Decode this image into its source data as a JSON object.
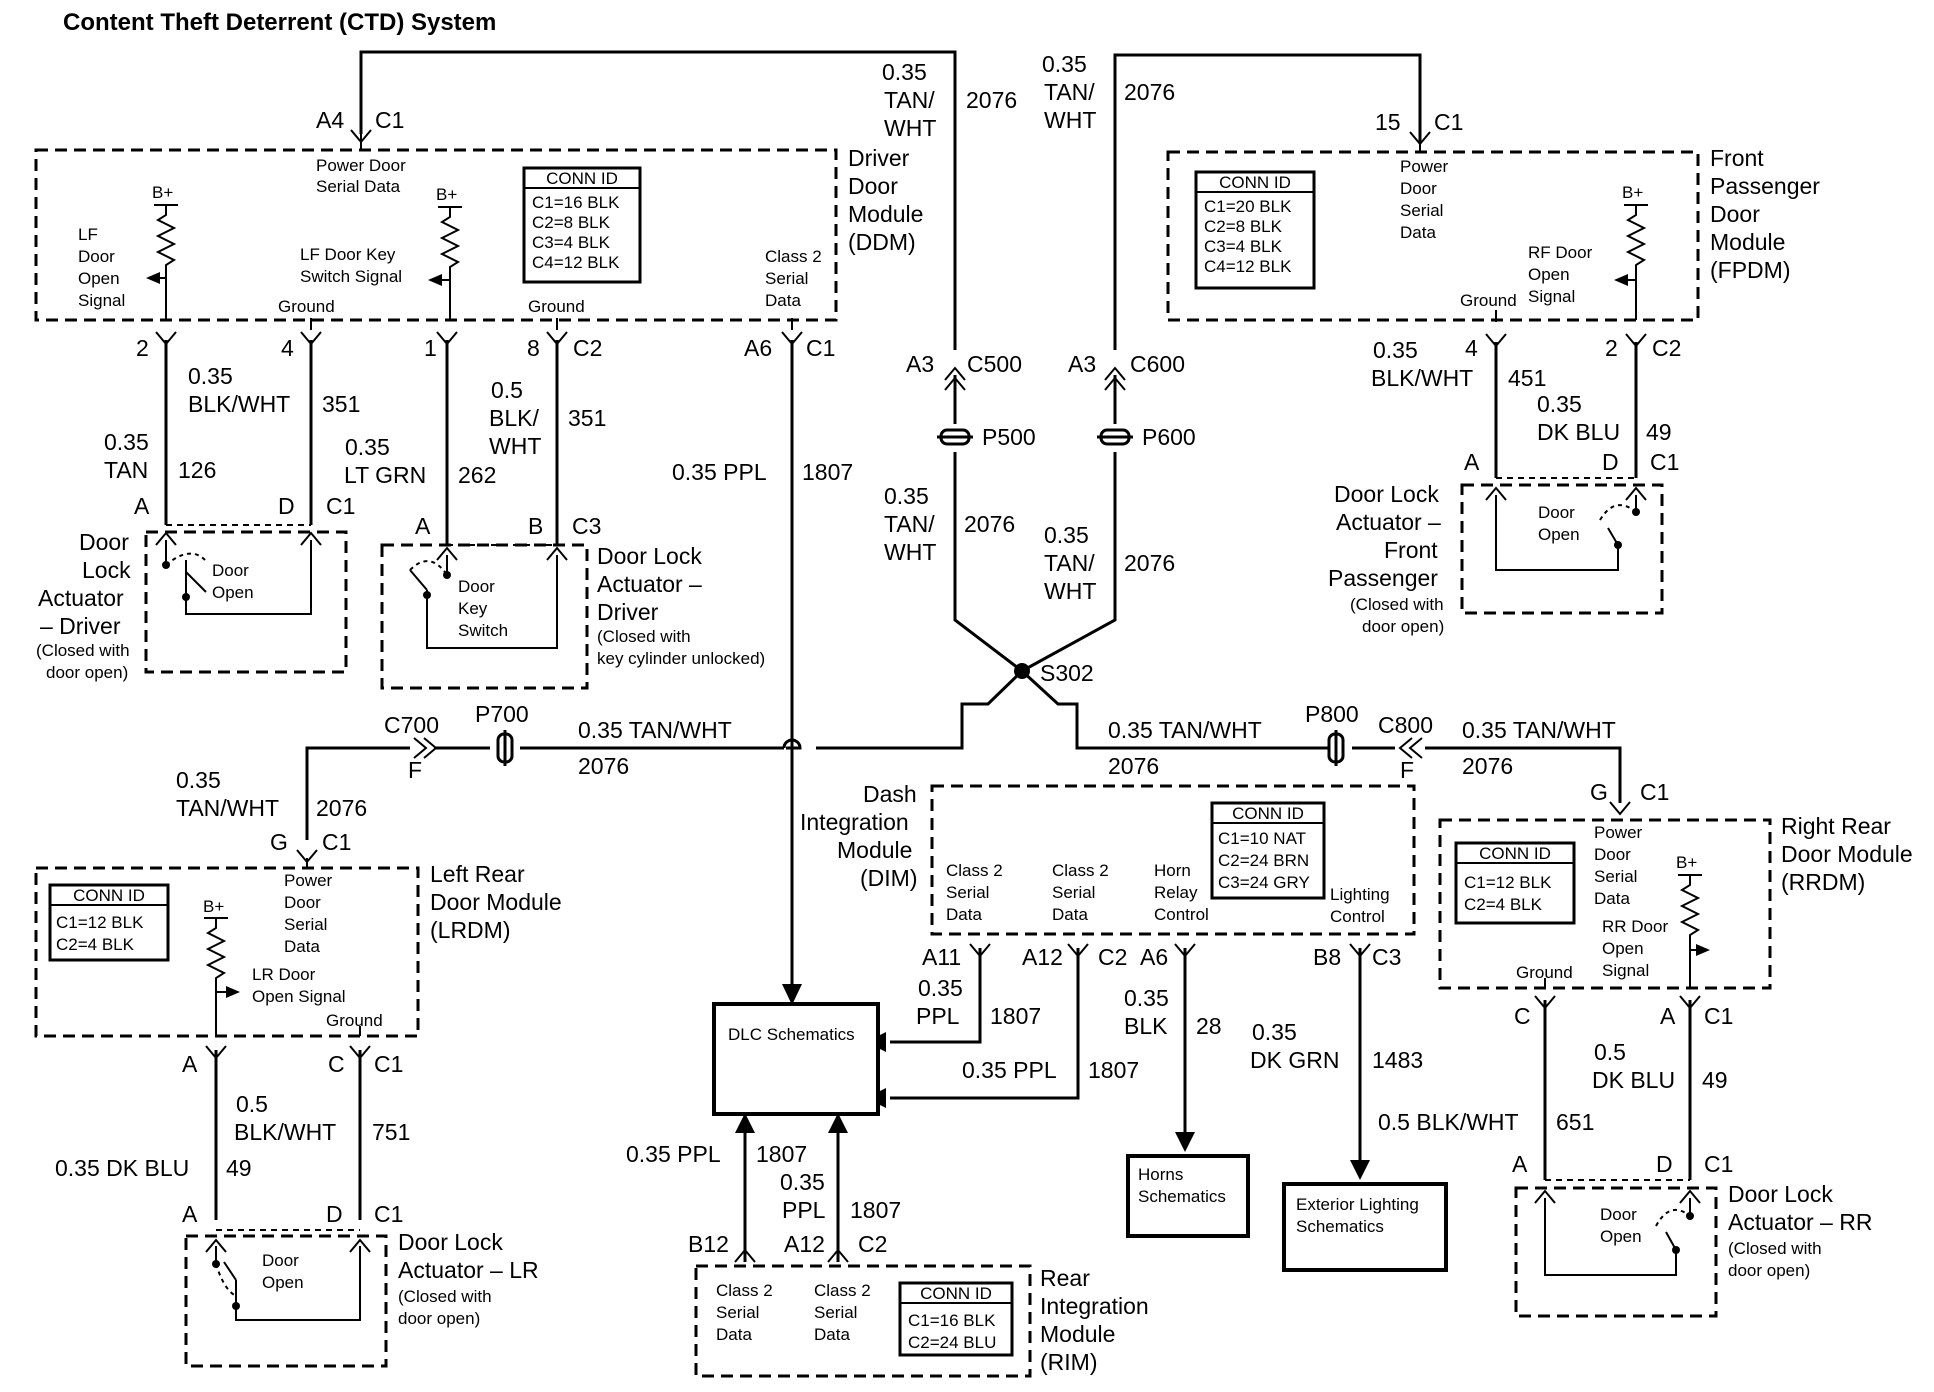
{
  "title": "Content Theft Deterrent (CTD) System",
  "modules": {
    "ddm": {
      "name": [
        "Driver",
        "Door",
        "Module",
        "(DDM)"
      ],
      "conn_id": [
        "CONN ID",
        "C1=16 BLK",
        "C2=8 BLK",
        "C3=4 BLK",
        "C4=12 BLK"
      ],
      "labels": {
        "psd": [
          "Power Door",
          "Serial Data"
        ],
        "lf": [
          "LF",
          "Door",
          "Open",
          "Signal"
        ],
        "key": [
          "LF Door Key",
          "Switch Signal"
        ],
        "gnd1": "Ground",
        "gnd2": "Ground",
        "class2": [
          "Class 2",
          "Serial",
          "Data"
        ],
        "bplus": "B+"
      }
    },
    "fpdm": {
      "name": [
        "Front",
        "Passenger",
        "Door",
        "Module",
        "(FPDM)"
      ],
      "conn_id": [
        "CONN ID",
        "C1=20 BLK",
        "C2=8 BLK",
        "C3=4 BLK",
        "C4=12 BLK"
      ],
      "labels": {
        "psd": [
          "Power",
          "Door",
          "Serial",
          "Data"
        ],
        "rf": [
          "RF Door",
          "Open",
          "Signal"
        ],
        "gnd": "Ground",
        "bplus": "B+"
      }
    },
    "dim": {
      "name": [
        "Dash",
        "Integration",
        "Module",
        "(DIM)"
      ],
      "conn_id": [
        "CONN ID",
        "C1=10 NAT",
        "C2=24 BRN",
        "C3=24 GRY"
      ],
      "labels": {
        "c2a": [
          "Class 2",
          "Serial",
          "Data"
        ],
        "c2b": [
          "Class 2",
          "Serial",
          "Data"
        ],
        "horn": [
          "Horn",
          "Relay",
          "Control"
        ],
        "light": [
          "Lighting",
          "Control"
        ]
      }
    },
    "lrdm": {
      "name": [
        "Left Rear",
        "Door Module",
        "(LRDM)"
      ],
      "conn_id": [
        "CONN ID",
        "C1=12 BLK",
        "C2=4 BLK"
      ],
      "labels": {
        "psd": [
          "Power",
          "Door",
          "Serial",
          "Data"
        ],
        "lr": [
          "LR Door",
          "Open Signal"
        ],
        "gnd": "Ground",
        "bplus": "B+"
      }
    },
    "rrdm": {
      "name": [
        "Right Rear",
        "Door Module",
        "(RRDM)"
      ],
      "conn_id": [
        "CONN ID",
        "C1=12 BLK",
        "C2=4 BLK"
      ],
      "labels": {
        "psd": [
          "Power",
          "Door",
          "Serial",
          "Data"
        ],
        "rr": [
          "RR Door",
          "Open",
          "Signal"
        ],
        "gnd": "Ground",
        "bplus": "B+"
      }
    },
    "rim": {
      "name": [
        "Rear",
        "Integration",
        "Module",
        "(RIM)"
      ],
      "conn_id": [
        "CONN ID",
        "C1=16 BLK",
        "C2=24 BLU"
      ],
      "labels": {
        "c2a": [
          "Class 2",
          "Serial",
          "Data"
        ],
        "c2b": [
          "Class 2",
          "Serial",
          "Data"
        ]
      }
    }
  },
  "actuators": {
    "driver": {
      "name": [
        "Door",
        "Lock",
        "Actuator",
        "– Driver"
      ],
      "note": [
        "(Closed with",
        "door open)"
      ],
      "sw": [
        "Door",
        "Open"
      ]
    },
    "key": {
      "name": [
        "Door Lock",
        "Actuator –",
        "Driver"
      ],
      "note": [
        "(Closed with",
        "key cylinder unlocked)"
      ],
      "sw": [
        "Door",
        "Key",
        "Switch"
      ]
    },
    "fp": {
      "name": [
        "Door Lock",
        "Actuator –",
        "Front",
        "Passenger"
      ],
      "note": [
        "(Closed with",
        "door open)"
      ],
      "sw": [
        "Door",
        "Open"
      ]
    },
    "lr": {
      "name": [
        "Door Lock",
        "Actuator – LR"
      ],
      "note": [
        "(Closed with",
        "door open)"
      ],
      "sw": [
        "Door",
        "Open"
      ]
    },
    "rr": {
      "name": [
        "Door Lock",
        "Actuator – RR"
      ],
      "note": [
        "(Closed with",
        "door open)"
      ],
      "sw": [
        "Door",
        "Open"
      ]
    }
  },
  "schematics": {
    "dlc": "DLC Schematics",
    "horns": [
      "Horns",
      "Schematics"
    ],
    "ext": [
      "Exterior Lighting",
      "Schematics"
    ]
  },
  "splice": "S302",
  "inline": {
    "p500": "P500",
    "p600": "P600",
    "p700": "P700",
    "p800": "P800"
  },
  "pins": {
    "a4": "A4",
    "c1a": "C1",
    "p15": "15",
    "c1b": "C1",
    "p2": "2",
    "p4": "4",
    "p1": "1",
    "p8": "8",
    "c2a": "C2",
    "a6": "A6",
    "c1c": "C1",
    "a3a": "A3",
    "c500": "C500",
    "a3b": "A3",
    "c600": "C600",
    "fp4": "4",
    "fp2": "2",
    "c2b": "C2",
    "dA": "A",
    "dD": "D",
    "c1d": "C1",
    "kA": "A",
    "kB": "B",
    "c3a": "C3",
    "fA": "A",
    "fD": "D",
    "c1e": "C1",
    "c700": "C700",
    "f1": "F",
    "c800": "C800",
    "f2": "F",
    "g1": "G",
    "c1f": "C1",
    "g2": "G",
    "c1g": "C1",
    "a11": "A11",
    "a12a": "A12",
    "c2c": "C2",
    "a6b": "A6",
    "b8": "B8",
    "c3b": "C3",
    "lA": "A",
    "lC": "C",
    "c1h": "C1",
    "laA": "A",
    "laD": "D",
    "c1i": "C1",
    "rC": "C",
    "rA": "A",
    "c1j": "C1",
    "raA": "A",
    "raD": "D",
    "c1k": "C1",
    "b12": "B12",
    "a12b": "A12",
    "c2d": "C2"
  },
  "wires": {
    "w2076_top_l": [
      "0.35",
      "TAN/",
      "WHT"
    ],
    "n2076_top_l": "2076",
    "w2076_top_r": [
      "0.35",
      "TAN/",
      "WHT"
    ],
    "n2076_top_r": "2076",
    "w2076_mid_l": [
      "0.35",
      "TAN/",
      "WHT"
    ],
    "n2076_mid_l": "2076",
    "w2076_mid_r": [
      "0.35",
      "TAN/",
      "WHT"
    ],
    "n2076_mid_r": "2076",
    "w351a": [
      "0.35",
      "BLK/WHT"
    ],
    "n351a": "351",
    "w126": [
      "0.35",
      "TAN"
    ],
    "n126": "126",
    "w262": [
      "0.35",
      "LT GRN"
    ],
    "n262": "262",
    "w351b": [
      "0.5",
      "BLK/",
      "WHT"
    ],
    "n351b": "351",
    "w1807a": "0.35 PPL",
    "n1807a": "1807",
    "w451": [
      "0.35",
      "BLK/WHT"
    ],
    "n451": "451",
    "w49a": [
      "0.35",
      "DK BLU"
    ],
    "n49a": "49",
    "w2076_lh": "0.35 TAN/WHT",
    "n2076_lh": "2076",
    "w2076_rh1": "0.35 TAN/WHT",
    "n2076_rh1": "2076",
    "w2076_rh2": "0.35 TAN/WHT",
    "n2076_rh2": "2076",
    "w2076_lr": [
      "0.35",
      "TAN/WHT"
    ],
    "n2076_lr": "2076",
    "w1807b": [
      "0.35",
      "PPL"
    ],
    "n1807b": "1807",
    "w1807c": "0.35 PPL",
    "n1807c": "1807",
    "w28": [
      "0.35",
      "BLK"
    ],
    "n28": "28",
    "w1483": [
      "0.35",
      "DK GRN"
    ],
    "n1483": "1483",
    "w751": [
      "0.5",
      "BLK/WHT"
    ],
    "n751": "751",
    "w49b": "0.35 DK BLU",
    "n49b": "49",
    "w49c": [
      "0.5",
      "DK BLU"
    ],
    "n49c": "49",
    "w651": "0.5 BLK/WHT",
    "n651": "651",
    "w1807d": "0.35 PPL",
    "n1807d": "1807",
    "w1807e": [
      "0.35",
      "PPL"
    ],
    "n1807e": "1807"
  }
}
